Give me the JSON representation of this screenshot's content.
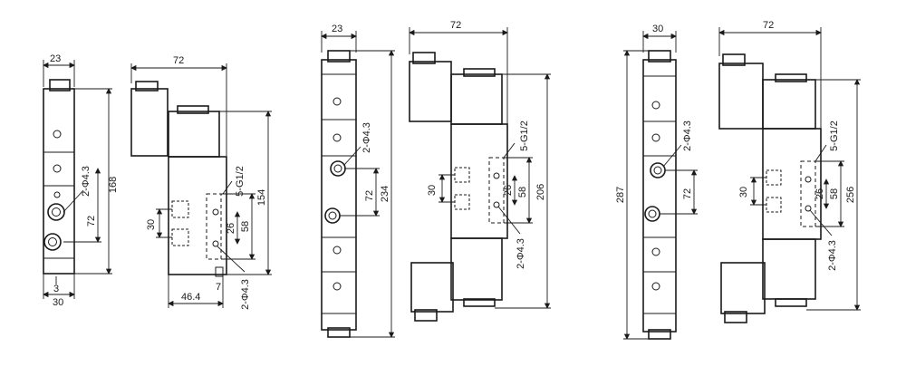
{
  "diagram": {
    "views": [
      {
        "front": {
          "width": "23",
          "base_width": "30",
          "hole_label": "2-Φ4.3",
          "height": "168",
          "pitch": "72",
          "offset": "3"
        },
        "side": {
          "length": "72",
          "height": "154",
          "port_label": "5-G1/2",
          "spacing_a": "26",
          "spacing_b": "58",
          "spacing_c": "30",
          "depth": "46.4",
          "small": "7",
          "hole_label": "2-Φ4.3"
        }
      },
      {
        "front": {
          "width": "23",
          "hole_label": "2-Φ4.3",
          "height": "234",
          "pitch": "72"
        },
        "side": {
          "length": "72",
          "height": "206",
          "port_label": "5-G1/2",
          "spacing_a": "26",
          "spacing_b": "58",
          "spacing_c": "30",
          "hole_label": "2-Φ4.3"
        }
      },
      {
        "front": {
          "width": "30",
          "hole_label": "2-Φ4.3",
          "height": "287",
          "pitch": "72"
        },
        "side": {
          "length": "72",
          "height": "256",
          "port_label": "5-G1/2",
          "spacing_a": "26",
          "spacing_b": "58",
          "spacing_c": "30",
          "hole_label": "2-Φ4.3"
        }
      }
    ]
  }
}
